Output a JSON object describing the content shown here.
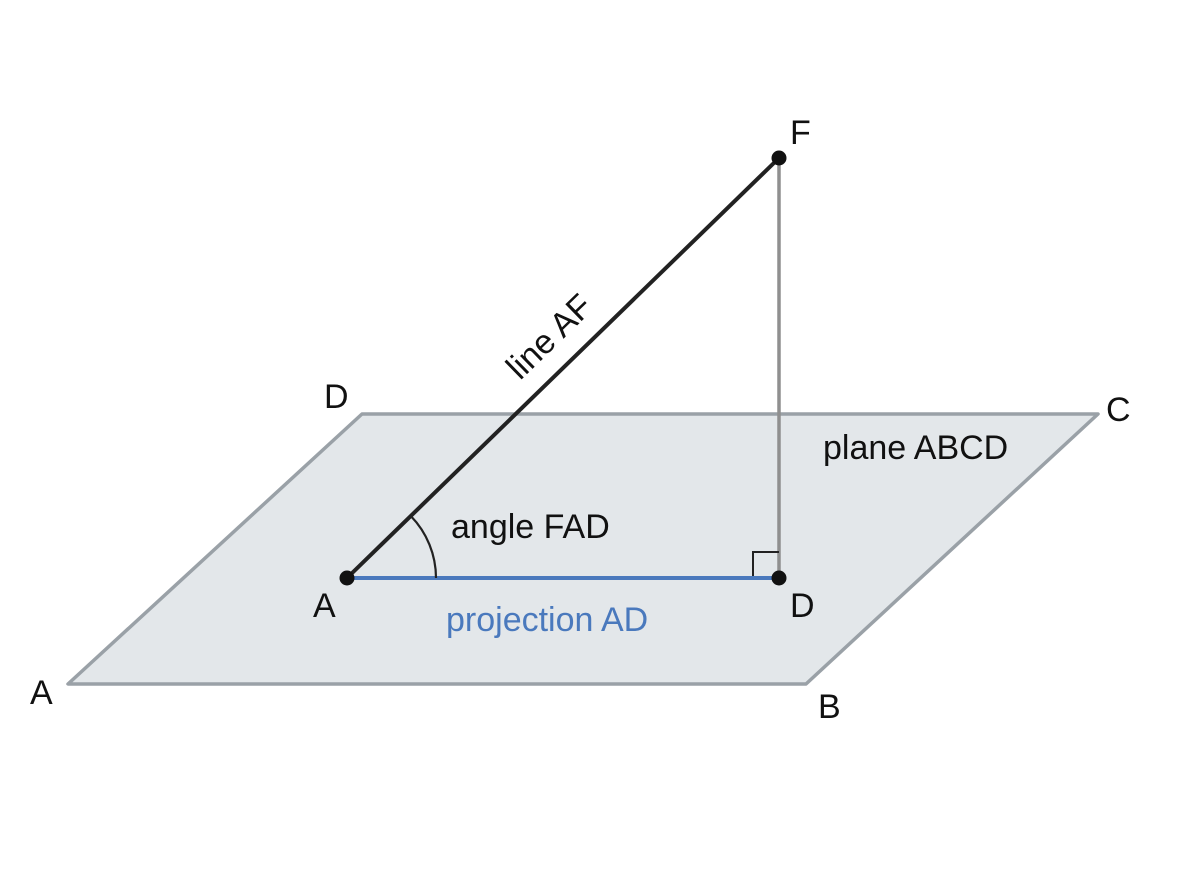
{
  "labels": {
    "plane_corner_a": "A",
    "plane_corner_b": "B",
    "plane_corner_c": "C",
    "plane_corner_d": "D",
    "point_a": "A",
    "point_d": "D",
    "point_f": "F",
    "line_af": "line AF",
    "angle_fad": "angle FAD",
    "projection_ad": "projection AD",
    "plane_abcd": "plane ABCD"
  },
  "colors": {
    "plane_fill": "#e3e7ea",
    "plane_edge": "#9aa1a7",
    "line_af": "#222222",
    "perpendicular_fd": "#8f8f8f",
    "projection_ad": "#4a79bd",
    "point": "#111111",
    "text": "#111111"
  }
}
